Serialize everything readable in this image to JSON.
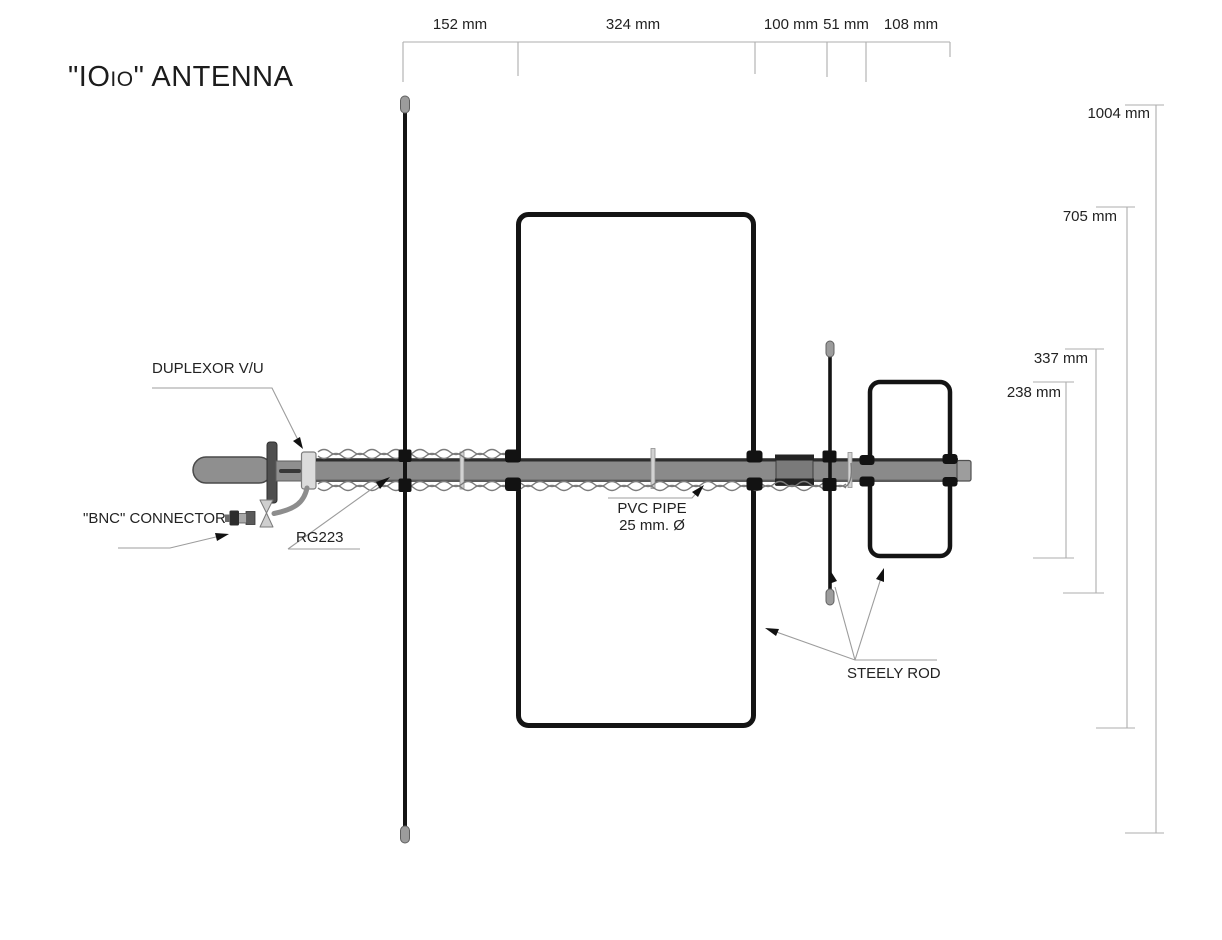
{
  "title": {
    "part_large_open": "\"IO",
    "part_small": "IO",
    "part_large_close": "\" ANTENNA"
  },
  "top_dimensions": {
    "unit": "mm",
    "segments": [
      {
        "label": "152 mm",
        "value_mm": 152
      },
      {
        "label": "324 mm",
        "value_mm": 324
      },
      {
        "label": "100 mm",
        "value_mm": 100
      },
      {
        "label": "51 mm",
        "value_mm": 51
      },
      {
        "label": "108 mm",
        "value_mm": 108
      }
    ]
  },
  "side_dimensions": {
    "unit": "mm",
    "items": [
      {
        "label": "1004 mm",
        "value_mm": 1004
      },
      {
        "label": "705 mm",
        "value_mm": 705
      },
      {
        "label": "337 mm",
        "value_mm": 337
      },
      {
        "label": "238 mm",
        "value_mm": 238
      }
    ]
  },
  "component_labels": {
    "duplexor": "DUPLEXOR V/U",
    "bnc": "\"BNC\" CONNECTOR",
    "rg223": "RG223",
    "pvc_line1": "PVC PIPE",
    "pvc_line2": "25 mm. Ø",
    "steely": "STEELY ROD"
  },
  "colors": {
    "line_black": "#141414",
    "boom_fill": "#8a8a8a",
    "metal_light": "#dcdcdc",
    "rod_cap": "#9c9c9c",
    "dimension_line": "#adadad",
    "leader_line": "#9c9c9c",
    "label_text": "#222222"
  }
}
